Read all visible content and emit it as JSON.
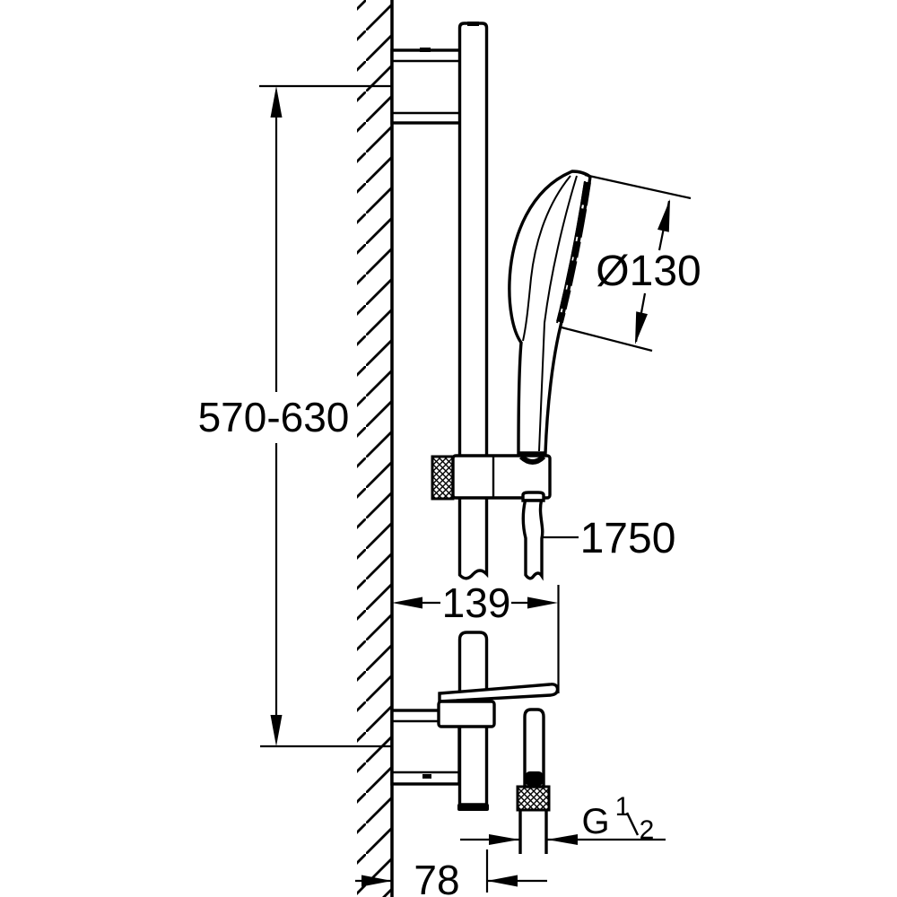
{
  "drawing": {
    "type": "technical-installation-drawing",
    "subject": "shower rail set with hand shower, hose and wall mounts",
    "colors": {
      "line": "#000000",
      "background": "#ffffff"
    }
  },
  "labels": {
    "rail_height": "570-630",
    "head_diameter": "Ø130",
    "hose_length": "1750",
    "reach": "139",
    "wall_offset": "78",
    "thread_prefix": "G",
    "thread_numerator": "1",
    "thread_denominator": "2"
  }
}
